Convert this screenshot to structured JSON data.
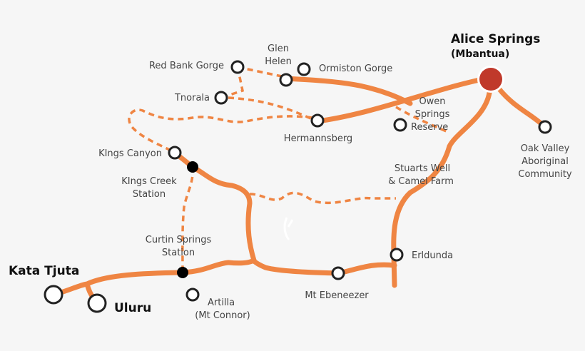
{
  "map": {
    "colors": {
      "road": "#ef8543",
      "hub": "#c0392b",
      "background": "#f6f6f6"
    },
    "places": {
      "alice_springs": "Alice Springs",
      "alice_springs_alt": "(Mbantua)",
      "red_bank_gorge": "Red Bank Gorge",
      "glen_helen_1": "Glen",
      "glen_helen_2": "Helen",
      "ormiston_gorge": "Ormiston Gorge",
      "tnorala": "Tnorala",
      "hermannsberg": "Hermannsberg",
      "owen_1": "Owen",
      "owen_2": "Springs",
      "owen_3": "Reserve",
      "oak_1": "Oak Valley",
      "oak_2": "Aboriginal",
      "oak_3": "Community",
      "kings_canyon": "KIngs Canyon",
      "kings_creek_1": "KIngs Creek",
      "kings_creek_2": "Station",
      "stuarts_1": "Stuarts Well",
      "stuarts_2": "& Camel Farm",
      "curtin_1": "Curtin Springs",
      "curtin_2": "Station",
      "erldunda": "Erldunda",
      "kata_tjuta": "Kata Tjuta",
      "uluru": "Uluru",
      "artilla_1": "Artilla",
      "artilla_2": "(Mt Connor)",
      "mt_ebeneezer": "Mt Ebeneezer"
    }
  }
}
